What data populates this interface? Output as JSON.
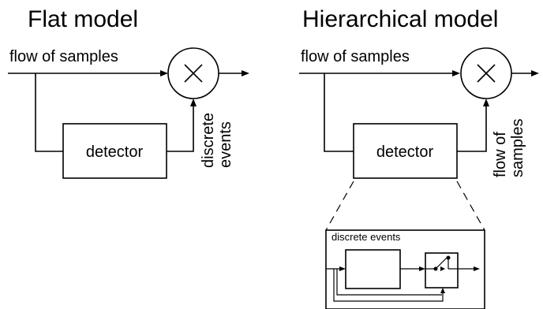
{
  "flat": {
    "title": "Flat model",
    "flow_label": "flow of samples",
    "detector_label": "detector",
    "side_label_1": "discrete",
    "side_label_2": "events"
  },
  "hier": {
    "title": "Hierarchical model",
    "flow_label": "flow of samples",
    "detector_label": "detector",
    "side_label_1": "flow of",
    "side_label_2": "samples",
    "inner_label": "discrete events"
  },
  "icons": {
    "multiply_symbol": "multiply-icon",
    "switch_symbol": "switch-icon"
  }
}
